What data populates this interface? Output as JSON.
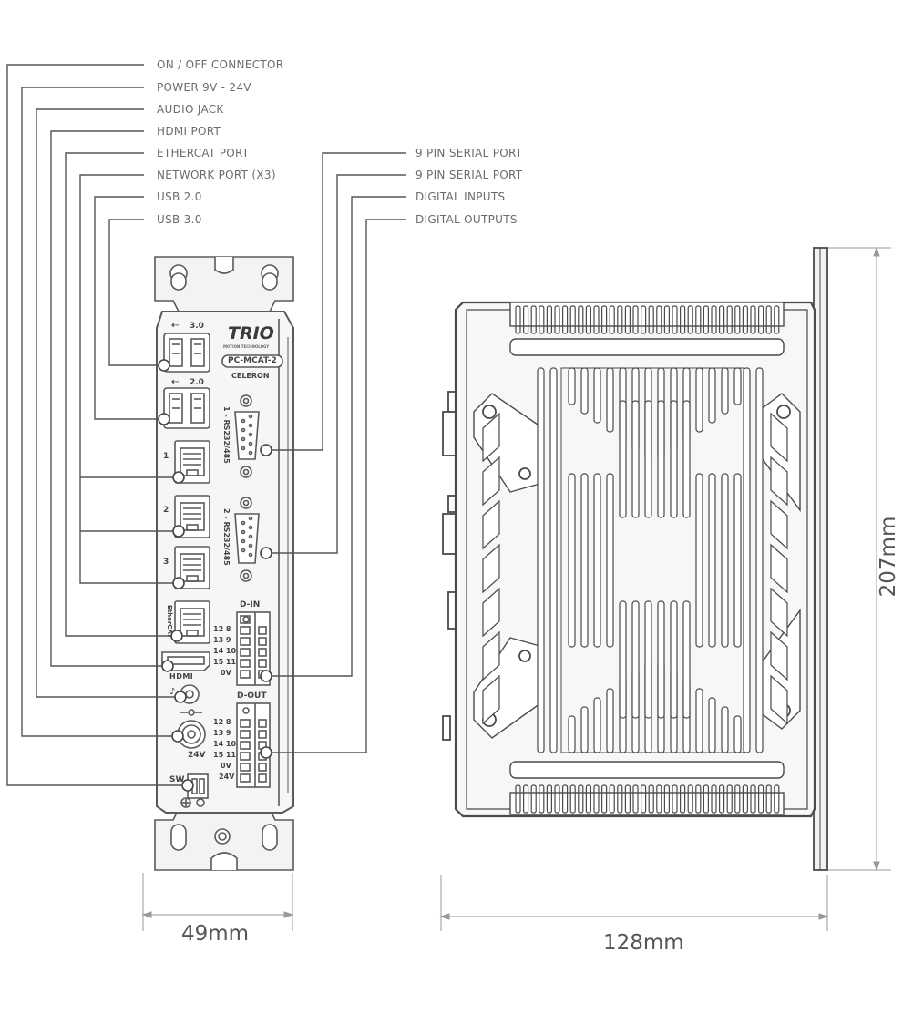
{
  "callouts_left": [
    "ON / OFF CONNECTOR",
    "POWER 9V - 24V",
    "AUDIO JACK",
    "HDMI PORT",
    "ETHERCAT PORT",
    "NETWORK PORT (X3)",
    "USB 2.0",
    "USB 3.0"
  ],
  "callouts_right": [
    "9 PIN SERIAL PORT",
    "9 PIN SERIAL PORT",
    "DIGITAL INPUTS",
    "DIGITAL OUTPUTS"
  ],
  "dimensions": {
    "width": "49mm",
    "depth": "128mm",
    "height": "207mm"
  },
  "device": {
    "brand": "TRIO",
    "brand_sub": "MOTION TECHNOLOGY",
    "model": "PC-MCAT-2",
    "cpu": "CELERON",
    "usb3": "3.0",
    "usb2": "2.0",
    "serial1": "1 - RS232/485",
    "serial2": "2 - RS232/485",
    "net1": "1",
    "net2": "2",
    "net3": "3",
    "ethercat": "EtherCAT",
    "hdmi": "HDMI",
    "din": "D-IN",
    "dout": "D-OUT",
    "din_rows": [
      "12 8",
      "13 9",
      "14 10",
      "15 11",
      "0V"
    ],
    "dout_rows": [
      "12 8",
      "13 9",
      "14 10",
      "15 11",
      "0V",
      "24V"
    ],
    "power_label": "24V",
    "sw_label": "SW"
  }
}
